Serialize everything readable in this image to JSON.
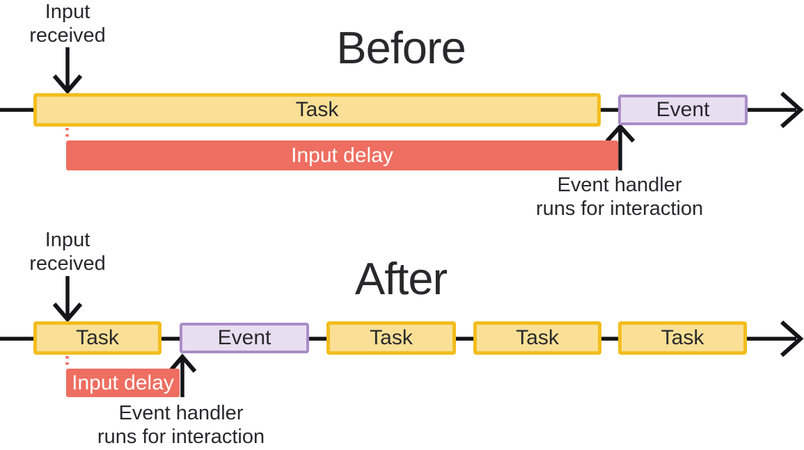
{
  "sections": {
    "before": {
      "title": "Before",
      "input_label": {
        "line1": "Input",
        "line2": "received"
      },
      "task_label": "Task",
      "event_label": "Event",
      "input_delay_label": "Input delay",
      "handler_label": {
        "line1": "Event handler",
        "line2": "runs for interaction"
      }
    },
    "after": {
      "title": "After",
      "input_label": {
        "line1": "Input",
        "line2": "received"
      },
      "tasks": [
        "Task",
        "Task",
        "Task",
        "Task"
      ],
      "event_label": "Event",
      "input_delay_label": "Input delay",
      "handler_label": {
        "line1": "Event handler",
        "line2": "runs for interaction"
      }
    }
  },
  "icons": {
    "timeline_arrow": "right-arrow-icon",
    "input_arrow": "down-arrow-icon",
    "handler_arrow": "up-arrow-icon"
  },
  "colors": {
    "task_fill": "#FAE096",
    "task_border": "#F3BD1F",
    "event_fill": "#E8DEF1",
    "event_border": "#AA8CC6",
    "delay_fill": "#EE6E61",
    "delay_text": "#FFFFFF",
    "text": "#29292C",
    "line": "#151518"
  }
}
